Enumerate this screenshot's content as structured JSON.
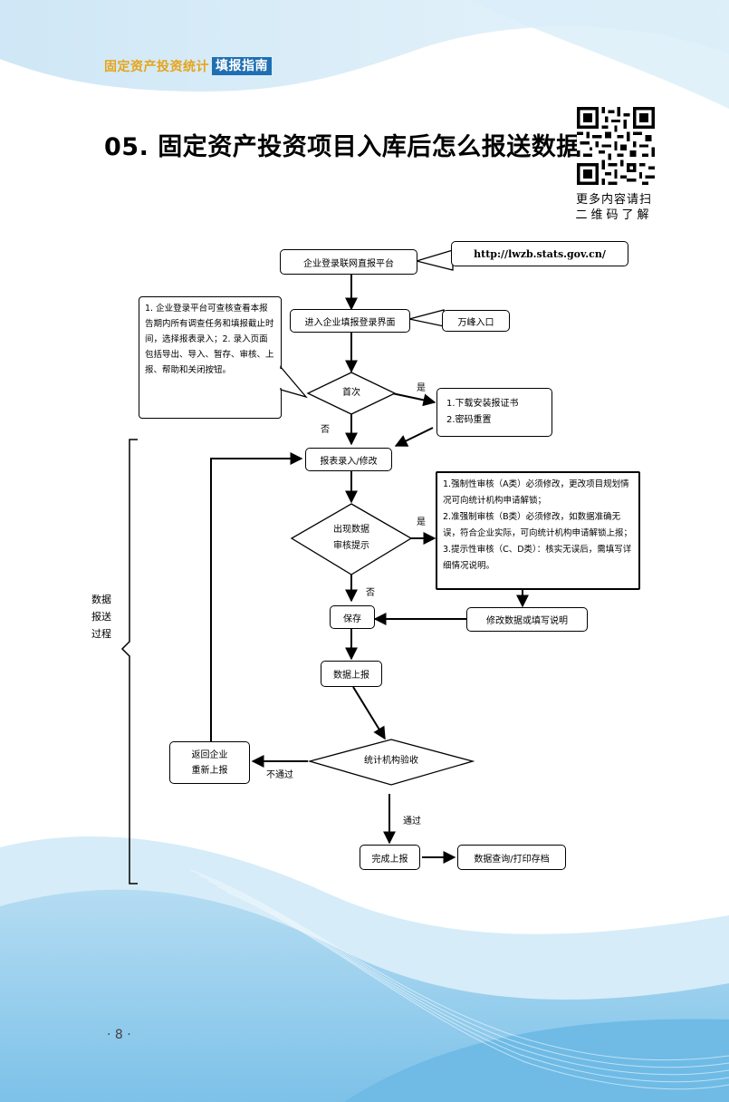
{
  "header": {
    "series": "固定资产投资统计",
    "guide": "填报指南"
  },
  "title": "05. 固定资产投资项目入库后怎么报送数据?",
  "qr_caption": {
    "line1": "更多内容请扫",
    "line2": "二维码了解"
  },
  "flow": {
    "login": "企业登录联网直报平台",
    "url": "http://lwzb.stats.gov.cn/",
    "enter": "进入企业填报登录界面",
    "wanfeng": "万峰入口",
    "first_time": "首次",
    "yes1": "是",
    "no1": "否",
    "first_steps": [
      "1.下载安装报证书",
      "2.密码重置"
    ],
    "note_left": "1. 企业登录平台可查核查看本报告期内所有调查任务和填报截止时间，选择报表录入；2. 录入页面包括导出、导入、暂存、审核、上报、帮助和关闭按钮。",
    "report_entry": "报表录入/修改",
    "audit_q_line1": "出现数据",
    "audit_q_line2": "审核提示",
    "yes2": "是",
    "no2": "否",
    "audit_rules": [
      "1.强制性审核（A类）必须修改，更改项目规划情况可向统计机构申请解锁；",
      "2.准强制审核（B类）必须修改，如数据准确无误，符合企业实际，可向统计机构申请解锁上报；",
      "3.提示性审核（C、D类）：核实无误后，需填写详细情况说明。"
    ],
    "modify": "修改数据或填写说明",
    "save": "保存",
    "submit": "数据上报",
    "accept": "统计机构验收",
    "fail": "不通过",
    "return_line1": "返回企业",
    "return_line2": "重新上报",
    "pass": "通过",
    "complete": "完成上报",
    "archive": "数据查询/打印存档"
  },
  "side_label": [
    "数据",
    "报送",
    "过程"
  ],
  "page_number": "· 8 ·",
  "colors": {
    "series_text": "#e8a317",
    "guide_bg": "#1f6fb2",
    "wave_blue": "#7fc3e8"
  }
}
